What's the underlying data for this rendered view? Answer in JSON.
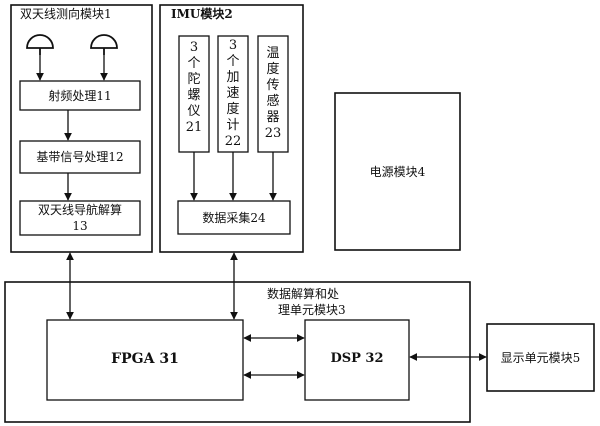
{
  "modules": {
    "dual_antenna": {
      "title": "双天线测向模块1",
      "rf": "射频处理11",
      "baseband": "基带信号处理12",
      "nav_line1": "双天线导航解算",
      "nav_line2": "13"
    },
    "imu": {
      "title": "IMU模块2",
      "gyro": "3个陀螺仪21",
      "accel": "3个加速度计22",
      "temp": "温度传感器23",
      "acquisition": "数据采集24"
    },
    "power": {
      "label": "电源模块4"
    },
    "processing": {
      "title_line1": "数据解算和处",
      "title_line2": "理单元模块3",
      "fpga": "FPGA 31",
      "dsp": "DSP 32"
    },
    "display": {
      "label": "显示单元模块5"
    }
  }
}
